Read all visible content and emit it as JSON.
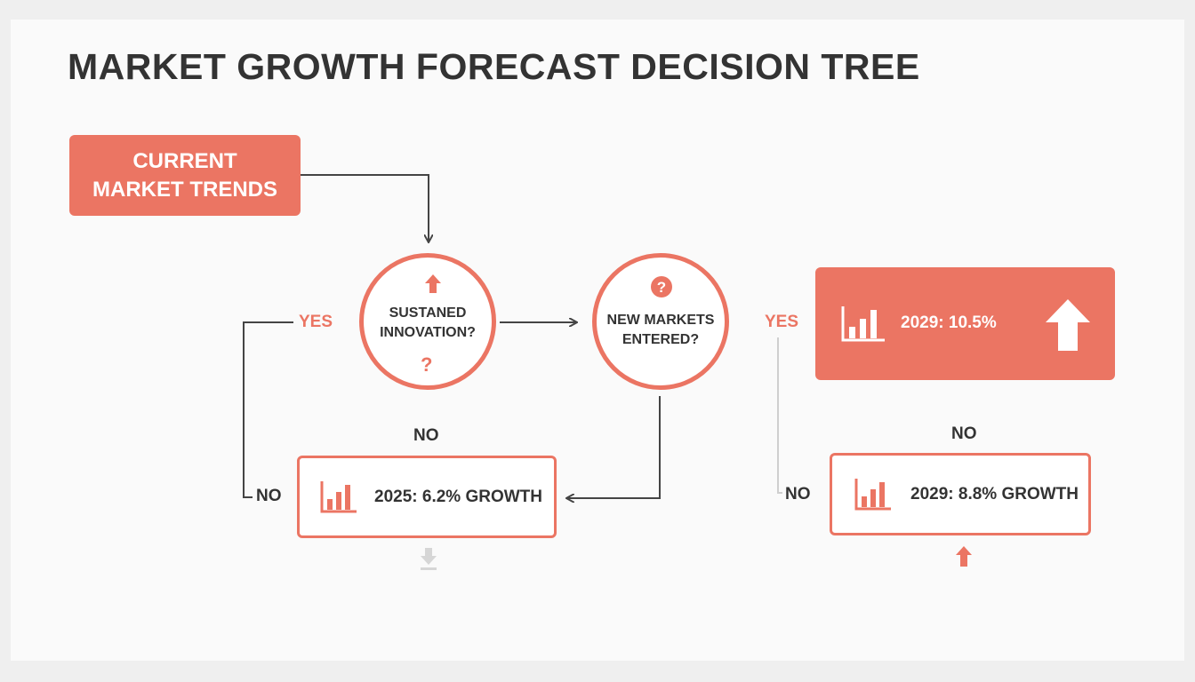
{
  "title": "MARKET GROWTH FORECAST DECISION TREE",
  "start": {
    "line1": "CURRENT",
    "line2": "MARKET TRENDS"
  },
  "decision1": {
    "line1": "SUSTANED",
    "line2": "INNOVATION?"
  },
  "decision2": {
    "line1": "NEW MARKETS",
    "line2": "ENTERED?"
  },
  "labels": {
    "yes_left": "YES",
    "no_left": "NO",
    "no_under_decision1": "NO",
    "yes_right": "YES",
    "no_right_top": "NO",
    "no_right": "NO"
  },
  "outcomes": {
    "low": "2025: 6.2% GROWTH",
    "high": "2029: 10.5%",
    "mid": "2029: 8.8% GROWTH"
  },
  "icons": {
    "bar_chart": "bar-chart-icon",
    "arrow_up": "arrow-up-icon",
    "arrow_down": "arrow-down-icon",
    "question": "question-mark-icon"
  },
  "colors": {
    "accent": "#eb7563",
    "text": "#333333",
    "line": "#444444",
    "muted": "#cfcfcf"
  }
}
